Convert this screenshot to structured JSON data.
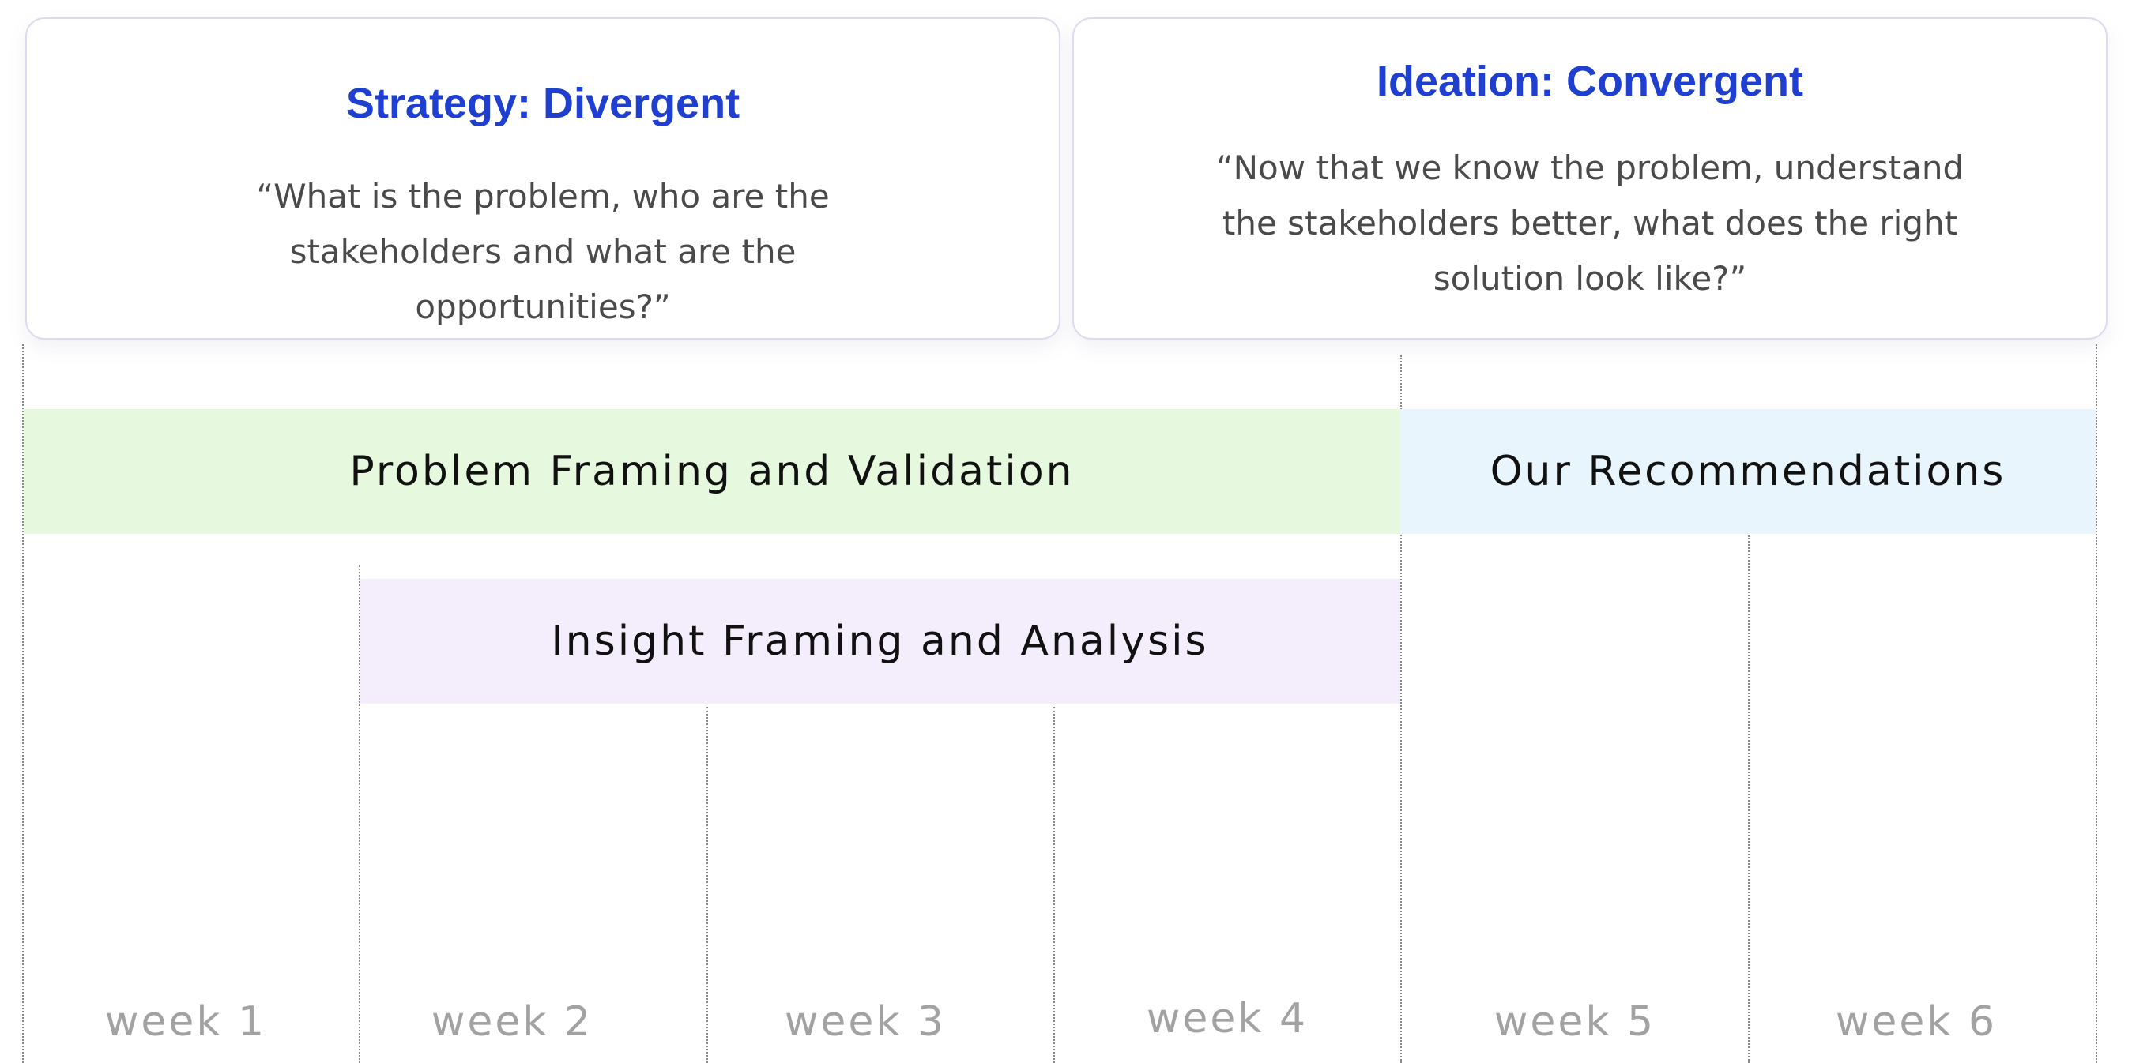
{
  "cards": {
    "strategy": {
      "title": "Strategy: Divergent",
      "quote": "“What is the problem, who are the stakeholders and what are the opportunities?”"
    },
    "ideation": {
      "title": "Ideation: Convergent",
      "quote": "“Now that we know the problem, understand the stakeholders better, what does the right solution look like?”"
    }
  },
  "phases": {
    "problem_framing": "Problem Framing and Validation",
    "recommendations": "Our Recommendations",
    "insight_framing": "Insight Framing and Analysis"
  },
  "weeks": [
    "week 1",
    "week 2",
    "week 3",
    "week 4",
    "week 5",
    "week 6"
  ],
  "colors": {
    "title_blue": "#1f3fd0",
    "problem_bar": "#e6f9df",
    "recommendations_bar": "#e9f5fc",
    "insight_bar": "#f4edfc",
    "week_label": "#a2a2a2"
  }
}
